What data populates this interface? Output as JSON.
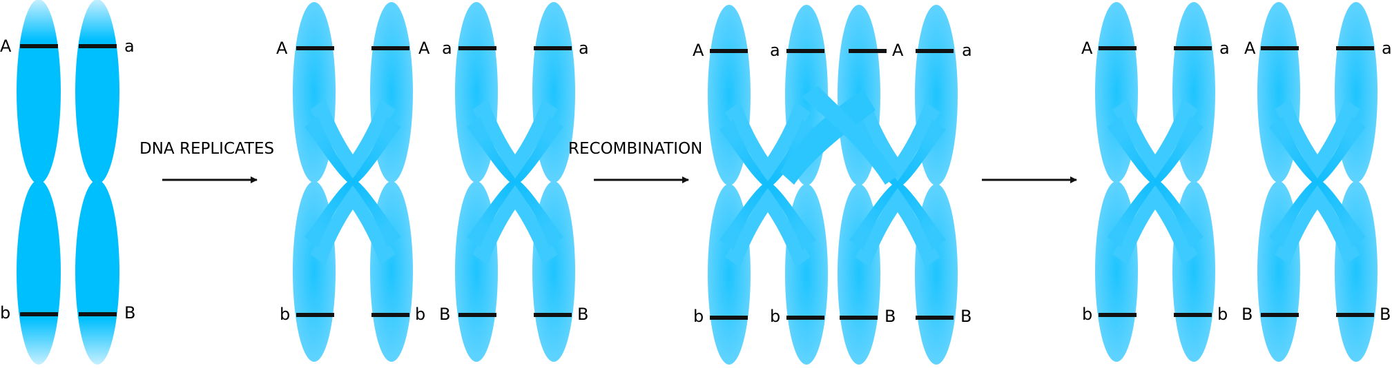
{
  "steps": {
    "replicate_label": "DNA REPLICATES",
    "recombination_label": "RECOMBINATION"
  },
  "colors": {
    "chromatid_bright": "#00bfff",
    "chromatid_light": "#5fd3ff",
    "band": "#111111",
    "arrow": "#111111"
  },
  "stages": {
    "unreplicated": {
      "chromosome_1": {
        "upper_allele": "A",
        "lower_allele": "b"
      },
      "chromosome_2": {
        "upper_allele": "a",
        "lower_allele": "B"
      }
    },
    "replicated": {
      "chromosome_1": {
        "upper_left": "A",
        "upper_right": "A",
        "lower_left": "b",
        "lower_right": "b"
      },
      "chromosome_2": {
        "upper_left": "a",
        "upper_right": "a",
        "lower_left": "B",
        "lower_right": "B"
      }
    },
    "crossover": {
      "chromatid_1": {
        "upper": "A",
        "lower": "b"
      },
      "chromatid_2": {
        "upper": "a",
        "lower": "b"
      },
      "chromatid_3": {
        "upper": "A",
        "lower": "B"
      },
      "chromatid_4": {
        "upper": "a",
        "lower": "B"
      }
    },
    "recombinant": {
      "chromosome_1": {
        "upper_left": "A",
        "upper_right": "a",
        "lower_left": "b",
        "lower_right": "b"
      },
      "chromosome_2": {
        "upper_left": "A",
        "upper_right": "a",
        "lower_left": "B",
        "lower_right": "B"
      }
    }
  }
}
